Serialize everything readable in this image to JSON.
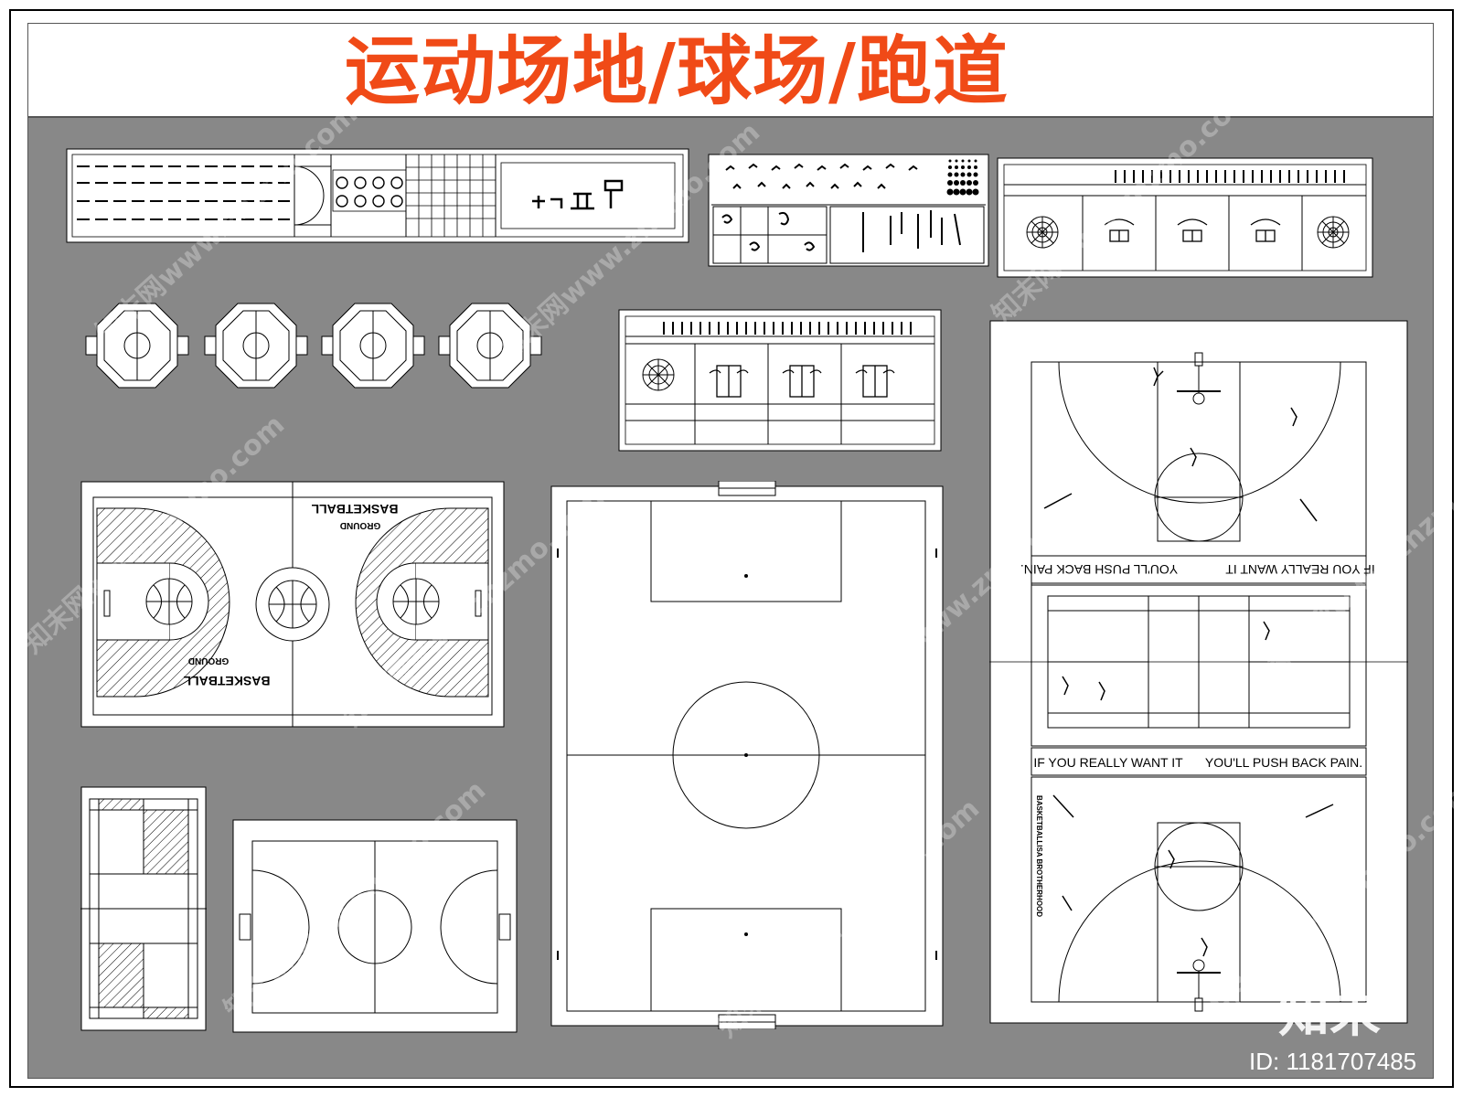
{
  "title": "运动场地/球场/跑道",
  "watermark": "知末网www.znzmo.com",
  "brand": "知末",
  "image_id": "ID: 1181707485",
  "colors": {
    "background": "#888888",
    "title": "#f04a17",
    "line": "#000000",
    "paper": "#ffffff"
  },
  "basketball_court": {
    "text_top": "BASKETBALL",
    "text_top_sub": "GROUND",
    "text_bottom": "BASKETBALL",
    "text_bottom_sub": "GROUND"
  },
  "combo_court": {
    "slogan_top_left": "IF YOU REALLY WANT IT",
    "slogan_top_right": "YOU'LL PUSH BACK PAIN.",
    "slogan_bottom_left": "IF YOU REALLY WANT IT",
    "slogan_bottom_right": "YOU'LL PUSH BACK PAIN.",
    "side_text": "BASKETBALLISA BROTHERHOOD"
  }
}
